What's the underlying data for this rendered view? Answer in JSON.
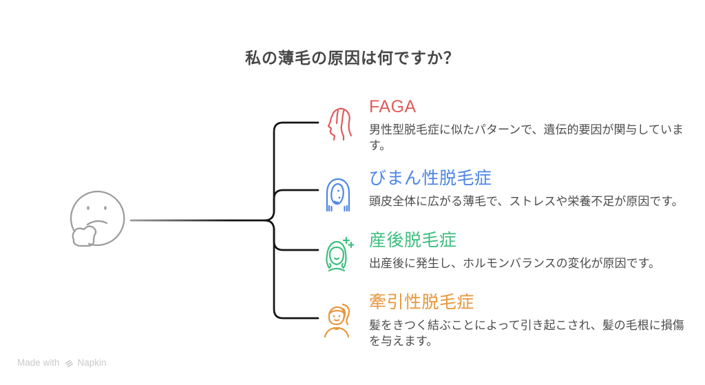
{
  "title": "私の薄毛の原因は何ですか？",
  "root": {
    "icon": "thinking-face-icon"
  },
  "branches": [
    {
      "label": "FAGA",
      "description": "男性型脱毛症に似たパターンで、遺伝的要因が関与しています。",
      "color": "#E05B5B",
      "icon": "woman-profile-icon"
    },
    {
      "label": "びまん性脱毛症",
      "description": "頭皮全体に広がる薄毛で、ストレスや栄養不足が原因です。",
      "color": "#4C86E6",
      "icon": "woman-long-hair-icon"
    },
    {
      "label": "産後脱毛症",
      "description": "出産後に発生し、ホルモンバランスの変化が原因です。",
      "color": "#3EBE7E",
      "icon": "woman-sparkle-icon"
    },
    {
      "label": "牽引性脱毛症",
      "description": "髪をきつく結ぶことによって引き起こされ、髪の毛根に損傷を与えます。",
      "color": "#E8973D",
      "icon": "woman-ponytail-icon"
    }
  ],
  "footer": {
    "made_with": "Made with",
    "brand": "Napkin"
  },
  "colors": {
    "title": "#474747",
    "connector": "#141414",
    "root_icon": "#9c9c9c",
    "description_text": "#4c4c4c",
    "footer_text": "#c9c9c9"
  }
}
